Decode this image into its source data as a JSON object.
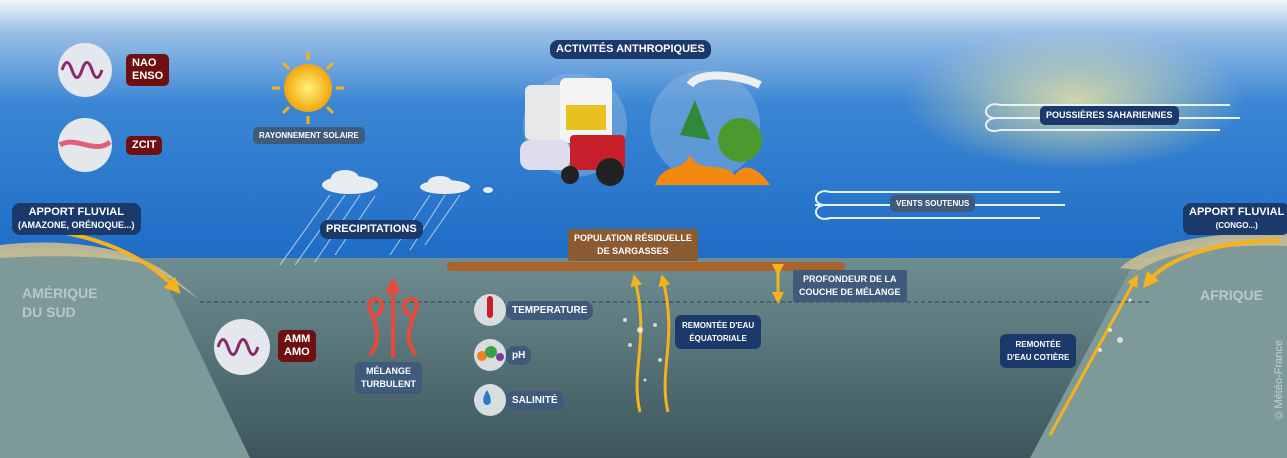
{
  "climate_modes": {
    "nao_enso": [
      "NAO",
      "ENSO"
    ],
    "zcit": "ZCIT",
    "amm_amo": [
      "AMM",
      "AMO"
    ]
  },
  "sun_label": "RAYONNEMENT SOLAIRE",
  "precip_label": "PRECIPITATIONS",
  "anthro_label": "ACTIVITÉS ANTHROPIQUES",
  "dust_label": "POUSSIÈRES SAHARIENNES",
  "winds_label": "VENTS SOUTENUS",
  "river_left": {
    "title": "APPORT FLUVIAL",
    "sub": "(AMAZONE, ORÉNOQUE...)"
  },
  "river_right": {
    "title": "APPORT FLUVIAL",
    "sub": "(CONGO...)"
  },
  "sargassum": [
    "POPULATION RÉSIDUELLE",
    "DE SARGASSES"
  ],
  "mixed_layer": [
    "PROFONDEUR DE LA",
    "COUCHE DE MÉLANGE"
  ],
  "continents": {
    "left": [
      "AMÉRIQUE",
      "DU SUD"
    ],
    "right": "AFRIQUE"
  },
  "turbulent": [
    "MÉLANGE",
    "TURBULENT"
  ],
  "params": [
    "TEMPERATURE",
    "pH",
    "SALINITÉ"
  ],
  "equatorial_upwelling": [
    "REMONTÉE D'EAU",
    "ÉQUATORIALE"
  ],
  "coastal_upwelling": [
    "REMONTÉE",
    "D'EAU COTIÈRE"
  ],
  "copyright": "©Météo-France"
}
